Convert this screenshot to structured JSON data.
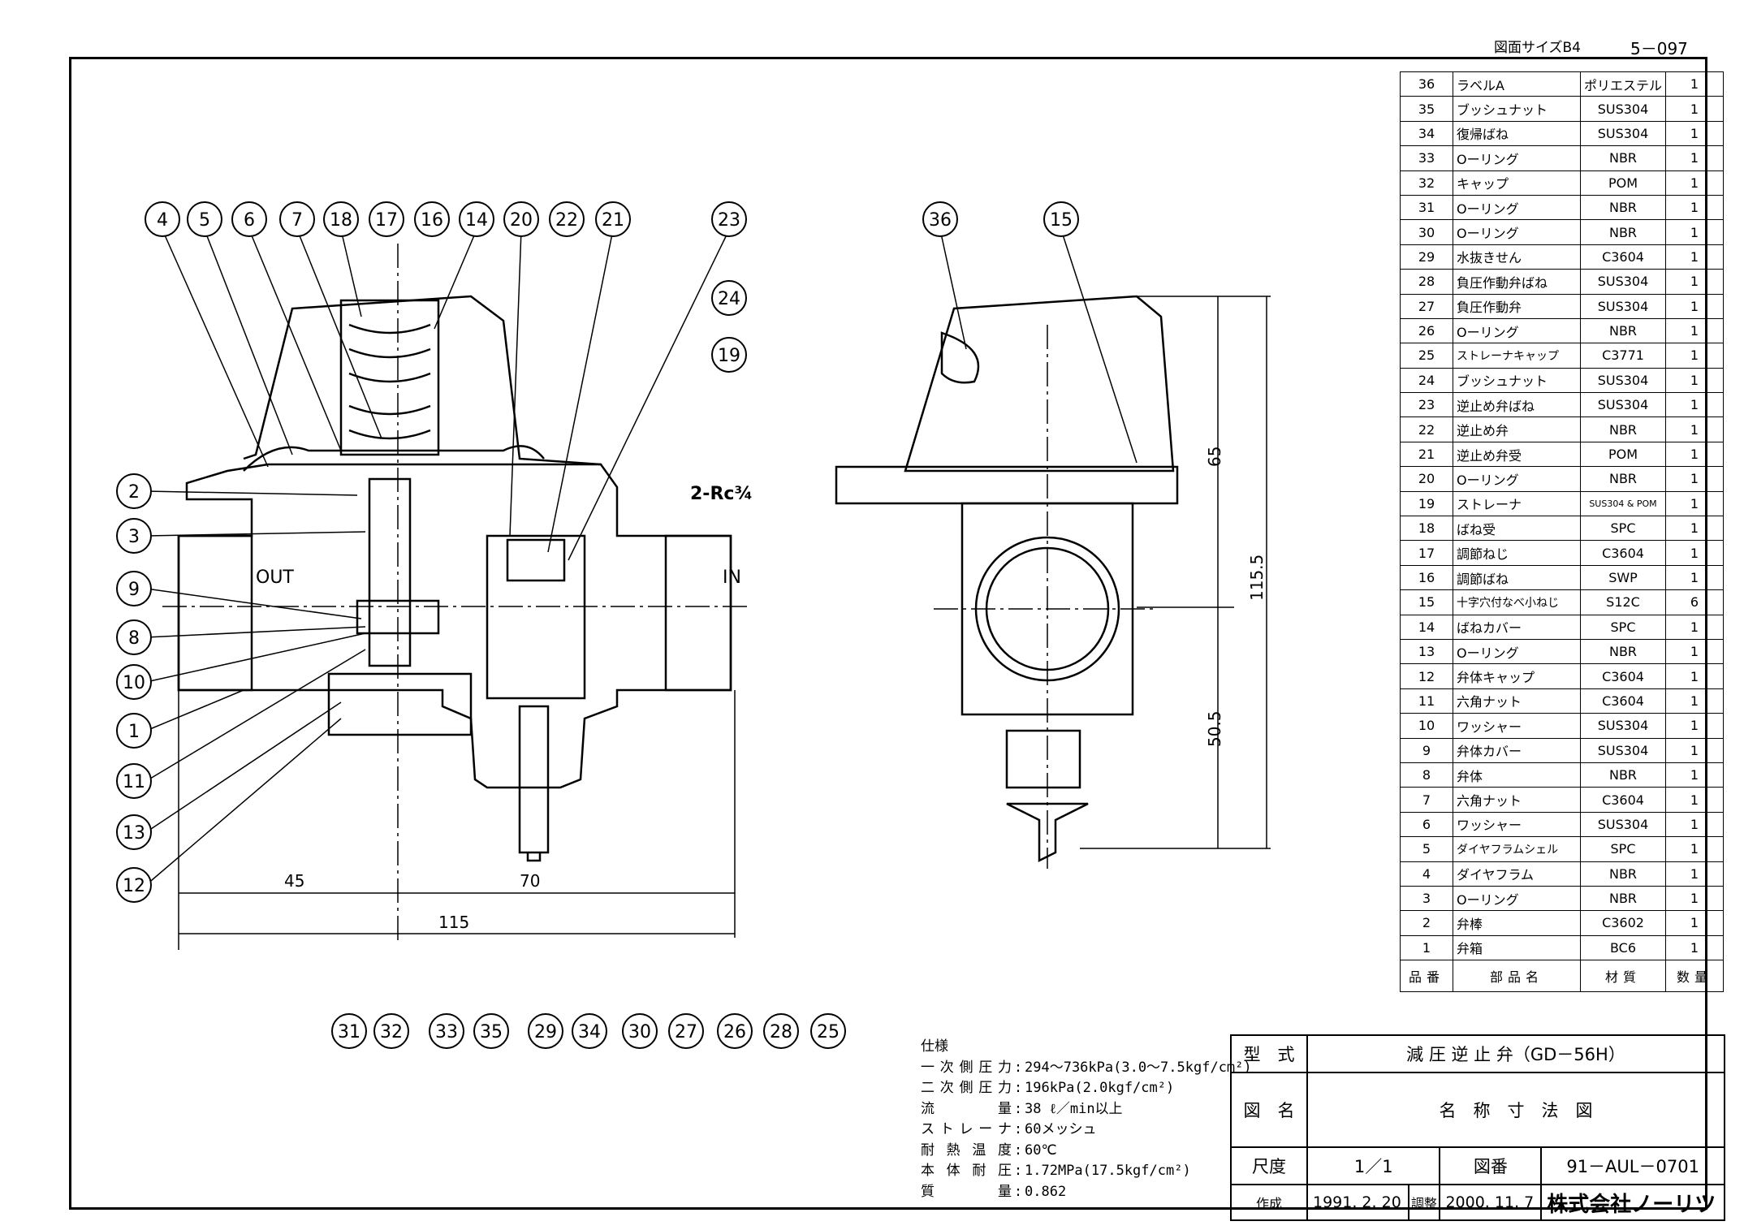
{
  "header": {
    "paper_size": "図面サイズB4",
    "sheet_no": "5－097"
  },
  "callouts_main": [
    "4",
    "5",
    "6",
    "7",
    "18",
    "17",
    "16",
    "14",
    "20",
    "22",
    "21",
    "23",
    "24",
    "19",
    "2",
    "3",
    "9",
    "8",
    "10",
    "1",
    "11",
    "13",
    "12",
    "31",
    "32",
    "33",
    "35",
    "29",
    "34",
    "30",
    "27",
    "26",
    "28",
    "25"
  ],
  "callouts_side": [
    "36",
    "15"
  ],
  "ports": {
    "out": "OUT",
    "in": "IN",
    "thread": "2-Rc¾"
  },
  "dims": {
    "d45": "45",
    "d70": "70",
    "d115": "115",
    "d65": "65",
    "d115_5": "115.5",
    "d50_5": "50.5"
  },
  "parts_header": {
    "no": "品番",
    "name": "部品名",
    "material": "材質",
    "qty": "数量"
  },
  "parts": [
    {
      "no": "36",
      "name": "ラベルA",
      "material": "ポリエステル",
      "qty": "1"
    },
    {
      "no": "35",
      "name": "ブッシュナット",
      "material": "SUS304",
      "qty": "1"
    },
    {
      "no": "34",
      "name": "復帰ばね",
      "material": "SUS304",
      "qty": "1"
    },
    {
      "no": "33",
      "name": "Oーリング",
      "material": "NBR",
      "qty": "1"
    },
    {
      "no": "32",
      "name": "キャップ",
      "material": "POM",
      "qty": "1"
    },
    {
      "no": "31",
      "name": "Oーリング",
      "material": "NBR",
      "qty": "1"
    },
    {
      "no": "30",
      "name": "Oーリング",
      "material": "NBR",
      "qty": "1"
    },
    {
      "no": "29",
      "name": "水抜きせん",
      "material": "C3604",
      "qty": "1"
    },
    {
      "no": "28",
      "name": "負圧作動弁ばね",
      "material": "SUS304",
      "qty": "1"
    },
    {
      "no": "27",
      "name": "負圧作動弁",
      "material": "SUS304",
      "qty": "1"
    },
    {
      "no": "26",
      "name": "Oーリング",
      "material": "NBR",
      "qty": "1"
    },
    {
      "no": "25",
      "name": "ストレーナキャップ",
      "material": "C3771",
      "qty": "1"
    },
    {
      "no": "24",
      "name": "ブッシュナット",
      "material": "SUS304",
      "qty": "1"
    },
    {
      "no": "23",
      "name": "逆止め弁ばね",
      "material": "SUS304",
      "qty": "1"
    },
    {
      "no": "22",
      "name": "逆止め弁",
      "material": "NBR",
      "qty": "1"
    },
    {
      "no": "21",
      "name": "逆止め弁受",
      "material": "POM",
      "qty": "1"
    },
    {
      "no": "20",
      "name": "Oーリング",
      "material": "NBR",
      "qty": "1"
    },
    {
      "no": "19",
      "name": "ストレーナ",
      "material": "SUS304 & POM",
      "qty": "1"
    },
    {
      "no": "18",
      "name": "ばね受",
      "material": "SPC",
      "qty": "1"
    },
    {
      "no": "17",
      "name": "調節ねじ",
      "material": "C3604",
      "qty": "1"
    },
    {
      "no": "16",
      "name": "調節ばね",
      "material": "SWP",
      "qty": "1"
    },
    {
      "no": "15",
      "name": "十字穴付なべ小ねじ",
      "material": "S12C",
      "qty": "6"
    },
    {
      "no": "14",
      "name": "ばねカバー",
      "material": "SPC",
      "qty": "1"
    },
    {
      "no": "13",
      "name": "Oーリング",
      "material": "NBR",
      "qty": "1"
    },
    {
      "no": "12",
      "name": "弁体キャップ",
      "material": "C3604",
      "qty": "1"
    },
    {
      "no": "11",
      "name": "六角ナット",
      "material": "C3604",
      "qty": "1"
    },
    {
      "no": "10",
      "name": "ワッシャー",
      "material": "SUS304",
      "qty": "1"
    },
    {
      "no": "9",
      "name": "弁体カバー",
      "material": "SUS304",
      "qty": "1"
    },
    {
      "no": "8",
      "name": "弁体",
      "material": "NBR",
      "qty": "1"
    },
    {
      "no": "7",
      "name": "六角ナット",
      "material": "C3604",
      "qty": "1"
    },
    {
      "no": "6",
      "name": "ワッシャー",
      "material": "SUS304",
      "qty": "1"
    },
    {
      "no": "5",
      "name": "ダイヤフラムシェル",
      "material": "SPC",
      "qty": "1"
    },
    {
      "no": "4",
      "name": "ダイヤフラム",
      "material": "NBR",
      "qty": "1"
    },
    {
      "no": "3",
      "name": "Oーリング",
      "material": "NBR",
      "qty": "1"
    },
    {
      "no": "2",
      "name": "弁棒",
      "material": "C3602",
      "qty": "1"
    },
    {
      "no": "1",
      "name": "弁箱",
      "material": "BC6",
      "qty": "1"
    }
  ],
  "spec": {
    "title": "仕様",
    "rows": [
      {
        "k": "一次側圧力",
        "v": "294～736kPa(3.0～7.5kgf/cm²)"
      },
      {
        "k": "二次側圧力",
        "v": "196kPa(2.0kgf/cm²)"
      },
      {
        "k": "流量",
        "v": "38 ℓ／min以上"
      },
      {
        "k": "ストレーナ",
        "v": "60メッシュ"
      },
      {
        "k": "耐熱温度",
        "v": "60℃"
      },
      {
        "k": "本体耐圧",
        "v": "1.72MPa(17.5kgf/cm²)"
      },
      {
        "k": "質量",
        "v": "0.862"
      }
    ]
  },
  "title_block": {
    "model_label": "型　式",
    "model": "減 圧 逆 止 弁（GD－56H）",
    "drawing_label": "図　名",
    "drawing": "名　称　寸　法　図",
    "scale_label": "尺度",
    "scale": "1／1",
    "dwg_no_label": "図番",
    "dwg_no": "91－AUL－0701",
    "made_label": "作成",
    "made": "1991. 2. 20",
    "revised_label": "調整",
    "revised": "2000. 11. 7",
    "company": "株式会社ノーリツ"
  }
}
